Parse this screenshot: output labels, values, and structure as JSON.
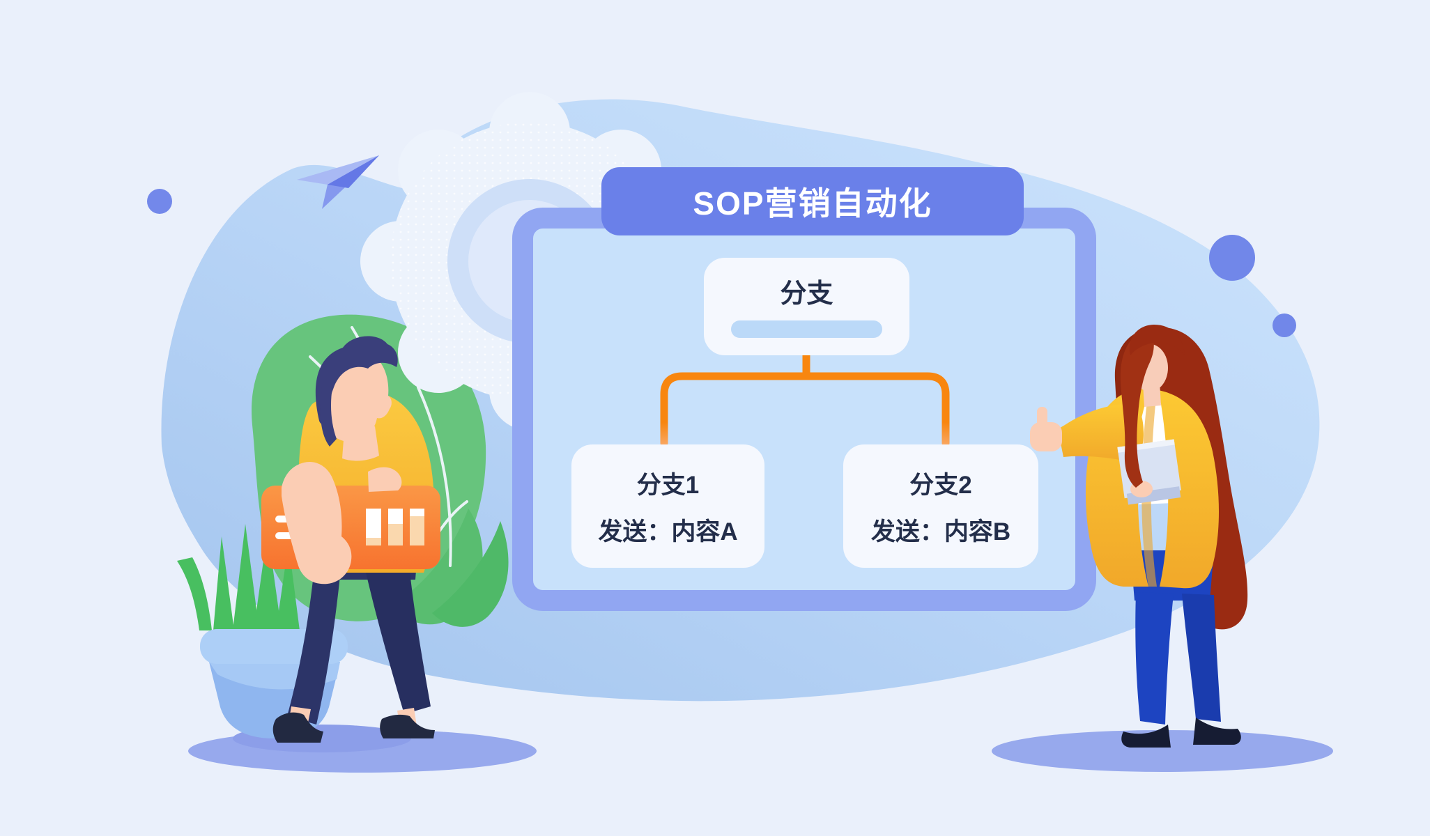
{
  "flow": {
    "title": "SOP营销自动化",
    "root": {
      "label": "分支"
    },
    "branches": [
      {
        "title": "分支1",
        "subtitle": "发送：内容A"
      },
      {
        "title": "分支2",
        "subtitle": "发送：内容B"
      }
    ]
  },
  "colors": {
    "background": "#EAF0FB",
    "blob_blue": "#B7D4F6",
    "panel_border": "#91A6F2",
    "panel_fill": "#C8E1FB",
    "banner_blue": "#6A80E9",
    "node_fill": "#F5F8FE",
    "pill_blue": "#BBD9F8",
    "text_dark": "#232E4A",
    "connector_orange": "#F8860F",
    "card_orange": "#F8803A",
    "plant_green": "#67C47D",
    "shirt_yellow": "#F9BE35",
    "jacket_yellow": "#FBC72F",
    "pants_navy": "#2C3468",
    "pants_royal": "#1D44C1",
    "hair_auburn": "#9A2B12",
    "shadow_periwinkle": "#97A9ED"
  },
  "scene": {
    "figures": [
      "man-carrying-chart-card",
      "woman-thumbs-up-holding-documents"
    ],
    "props": [
      "paper-plane",
      "gear-cloud",
      "foliage",
      "potted-plant",
      "decor-circles"
    ]
  }
}
